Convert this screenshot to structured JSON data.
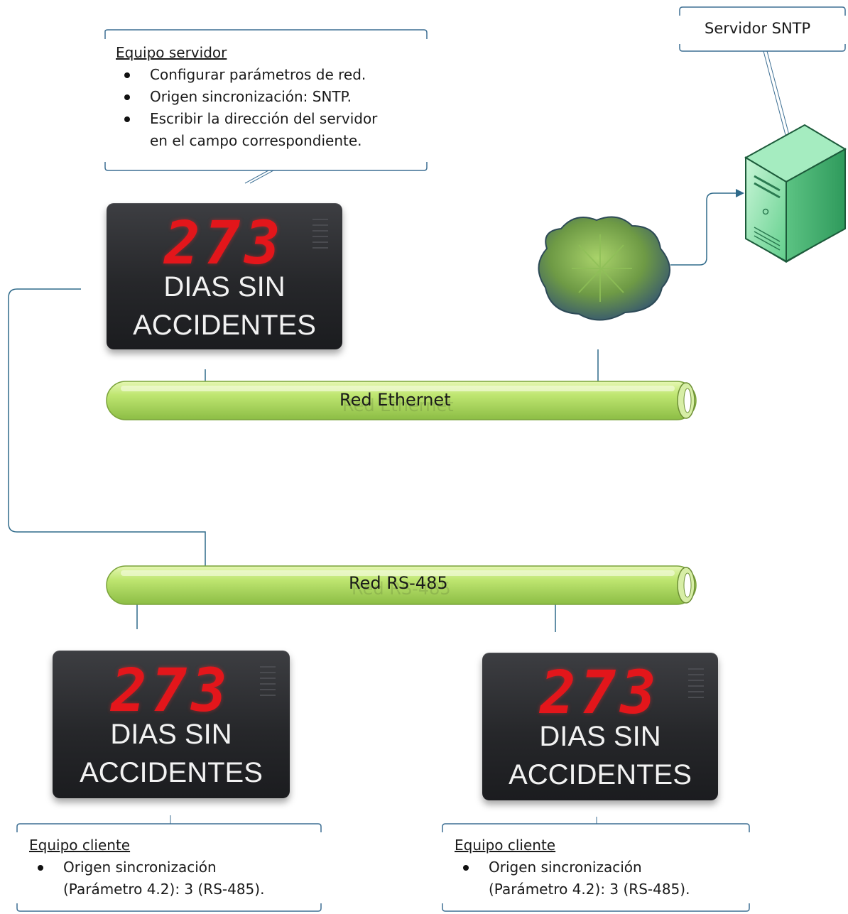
{
  "server_callout": {
    "title": "Equipo servidor",
    "items": [
      "Configurar parámetros de red.",
      "Origen sincronización: SNTP.",
      "Escribir la dirección del servidor",
      "en el campo correspondiente."
    ]
  },
  "sntp_server_label": "Servidor SNTP",
  "display": {
    "digits": "273",
    "line1": "DIAS SIN",
    "line2": "ACCIDENTES"
  },
  "networks": {
    "ethernet": "Red Ethernet",
    "rs485": "Red RS-485"
  },
  "client_callout": {
    "title": "Equipo cliente",
    "item_line1": "Origen sincronización",
    "item_line2": "(Parámetro 4.2): 3 (RS-485)."
  },
  "colors": {
    "connector": "#2f6a8a",
    "pipe_fill": "#b5e06a",
    "pipe_edge": "#7aa33a",
    "server_body": "#7fe0a8",
    "cloud": "#6f9a4a",
    "digit_red": "#e3161b"
  }
}
